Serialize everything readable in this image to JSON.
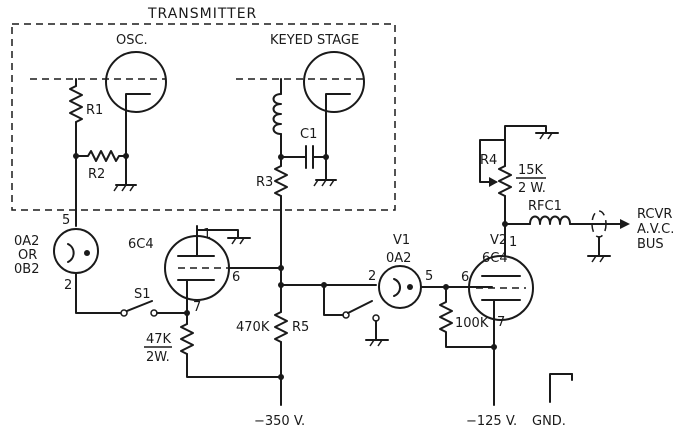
{
  "title": "TRANSMITTER",
  "blocks": {
    "osc": "OSC.",
    "keyed": "KEYED STAGE"
  },
  "components": {
    "r1": "R1",
    "r2": "R2",
    "r3": "R3",
    "r4": "R4",
    "r5": "R5",
    "c1": "C1",
    "s1": "S1",
    "v1": "V1",
    "v2": "V2",
    "rfc1": "RFC1"
  },
  "tubes": {
    "regulator": [
      "0A2",
      "OR",
      "0B2"
    ],
    "left_6c4": "6C4",
    "v1_type": "0A2",
    "v2_type": "6C4"
  },
  "values": {
    "r47k": "47K",
    "r47k_w": "2W.",
    "r470k": "470K",
    "r100k": "100K",
    "r15k": "15K",
    "r15k_w": "2 W."
  },
  "pins": {
    "p5": "5",
    "p2": "2",
    "p1": "1",
    "p6": "6",
    "p7": "7"
  },
  "receiver": [
    "RCVR",
    "A.V.C.",
    "BUS"
  ],
  "supplies": {
    "neg350": "−350 V.",
    "neg125": "−125 V.",
    "gnd": "GND."
  }
}
